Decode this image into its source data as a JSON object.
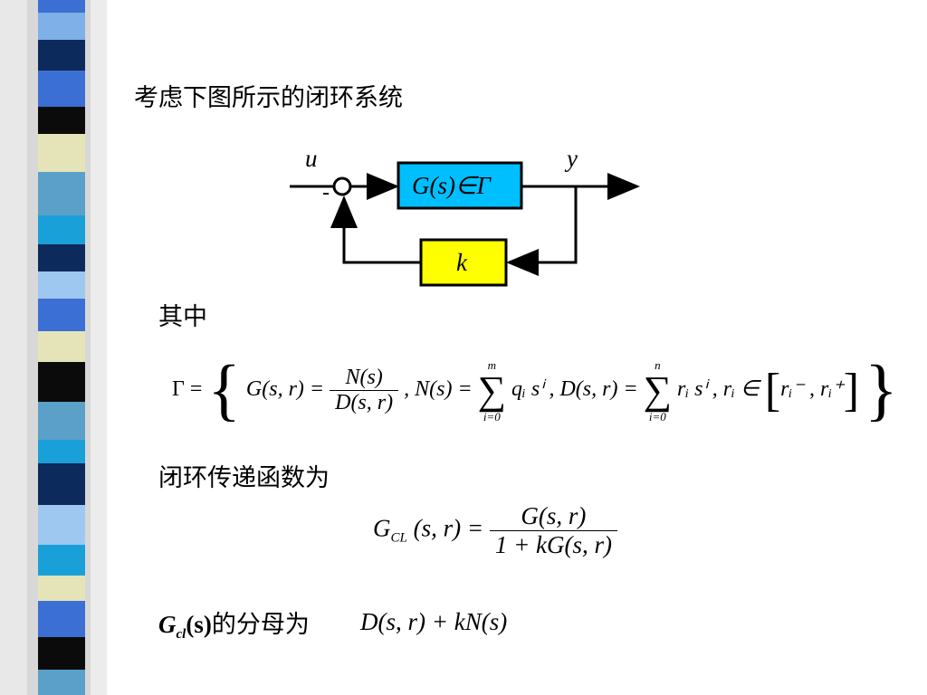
{
  "heading": "考虑下图所示的闭环系统",
  "diagram": {
    "input_label": "u",
    "output_label": "y",
    "minus_sign": "-",
    "plant_label": "G(s)∈Γ",
    "feedback_label": "k",
    "plant_color": "#00bfff",
    "feedback_color": "#ffff00"
  },
  "label_qizhong": "其中",
  "gamma_formula": {
    "lhs": "Γ =",
    "g": "G(s, r) =",
    "num": "N(s)",
    "den": "D(s, r)",
    "n_eq": ", N(s) =",
    "sum1_upper": "m",
    "sum1_lower": "i=0",
    "term1": "qᵢ sⁱ",
    "d_eq": ", D(s, r) =",
    "sum2_upper": "n",
    "sum2_lower": "i=0",
    "term2": "rᵢ sⁱ",
    "range": ", rᵢ ∈",
    "interval": "rᵢ⁻ , rᵢ⁺"
  },
  "label_transfer": "闭环传递函数为",
  "gcl_formula": {
    "lhs": "G",
    "lhs_sub": "CL",
    "lhs_args": "(s, r) =",
    "num": "G(s, r)",
    "den": "1 + kG(s, r)"
  },
  "last_line": {
    "prefix": "G",
    "prefix_sub": "cl",
    "prefix_arg": "(s)",
    "text": "的分母为",
    "expr": "D(s, r) + kN(s)"
  }
}
